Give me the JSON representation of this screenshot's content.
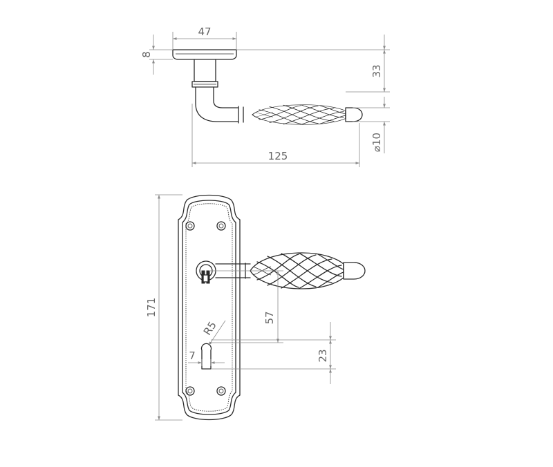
{
  "dimensions": {
    "rose_width": "47",
    "rose_height": "8",
    "projection": "33",
    "knob_diameter": "⌀10",
    "handle_length": "125",
    "plate_height": "171",
    "keyhole_radius": "R5",
    "spindle_to_keyhole": "57",
    "keyhole_length": "23",
    "keyhole_width": "7"
  },
  "colors": {
    "line": "#2a2a2a",
    "dimension": "#8a8a8a",
    "background": "#ffffff"
  }
}
